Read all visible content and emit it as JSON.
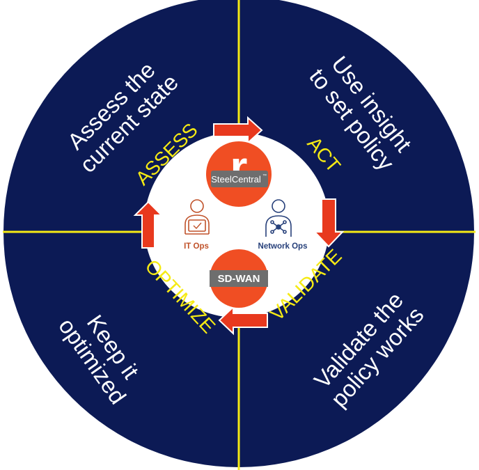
{
  "quadrants": {
    "top_left": [
      "Assess the",
      "current state"
    ],
    "top_right": [
      "Use insight",
      "to set policy"
    ],
    "bottom_left": [
      "Keep it",
      "optimized"
    ],
    "bottom_right": [
      "Validate the",
      "policy works"
    ]
  },
  "phases": {
    "assess": "ASSESS",
    "act": "ACT",
    "validate": "VALIDATE",
    "optimize": "OPTIMIZE"
  },
  "center": {
    "steelcentral_label": "SteelCentral",
    "steelcentral_tm": "™",
    "steelcentral_logo_letter": "r",
    "sdwan_label": "SD-WAN",
    "it_ops_label": "IT Ops",
    "network_ops_label": "Network Ops"
  },
  "colors": {
    "navy": "#0c1a55",
    "divider_yellow": "#f5ea14",
    "riverbed_orange": "#f04e23",
    "arrow_red": "#e8391e",
    "it_ops": "#c0522a",
    "network_ops": "#27407a"
  },
  "icons": [
    "it-ops-person-laptop-icon",
    "network-ops-person-network-icon",
    "steelcentral-logo-icon",
    "sdwan-logo-icon",
    "cycle-arrow-icon"
  ]
}
